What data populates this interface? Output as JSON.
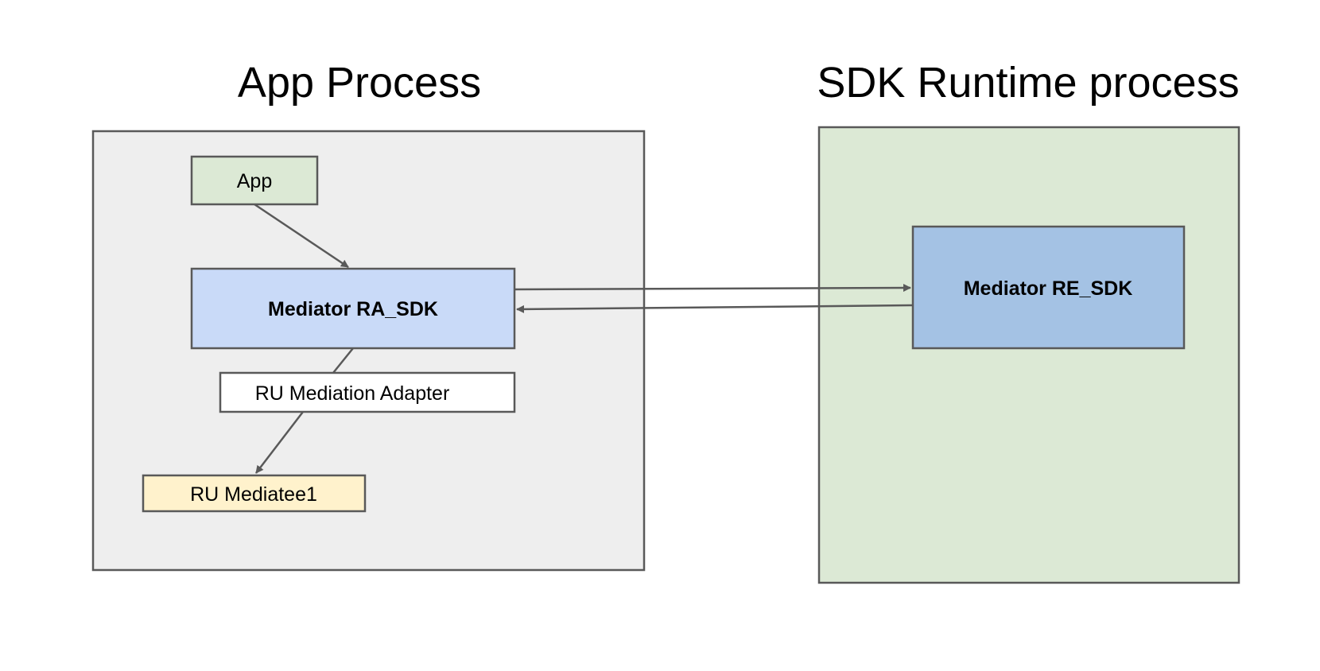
{
  "titles": {
    "app_process": "App Process",
    "sdk_runtime": "SDK Runtime process"
  },
  "nodes": {
    "app": "App",
    "mediator_ra_sdk": "Mediator RA_SDK",
    "ru_mediation_adapter": "RU Mediation Adapter",
    "ru_mediatee1": "RU Mediatee1",
    "mediator_re_sdk": "Mediator RE_SDK"
  },
  "colors": {
    "app_process_fill": "#eeeeee",
    "sdk_runtime_fill": "#dce9d5",
    "app_fill": "#dce9d5",
    "ra_sdk_fill": "#c9daf8",
    "re_sdk_fill": "#a4c2e4",
    "adapter_fill": "#ffffff",
    "mediatee_fill": "#fff2cc",
    "stroke": "#595959"
  }
}
